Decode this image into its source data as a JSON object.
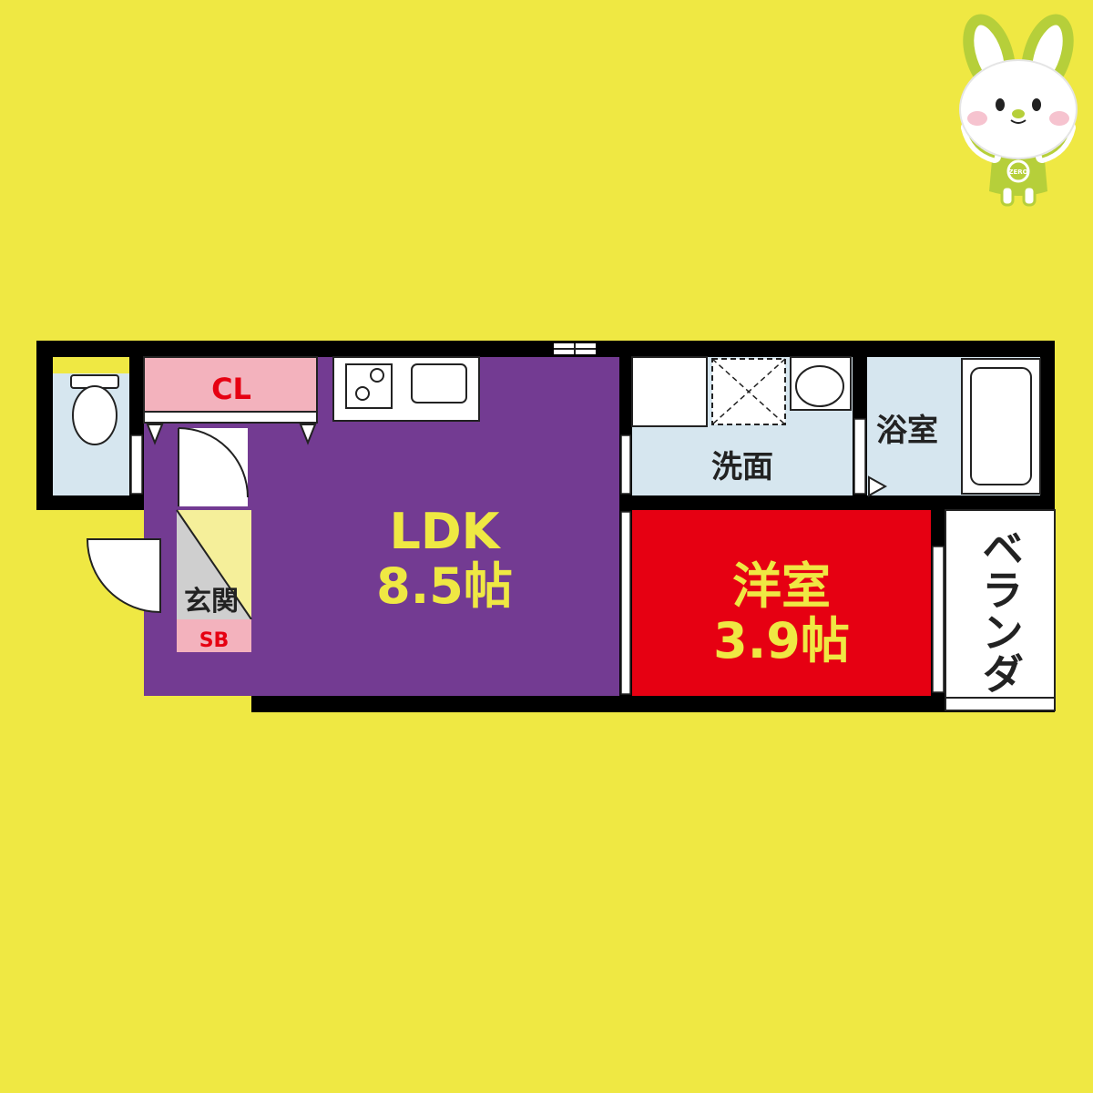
{
  "colors": {
    "background": "#efe843",
    "wall": "#000000",
    "ldk": "#733b92",
    "western_room": "#e60012",
    "wet_area": "#d6e6ef",
    "closet": "#f3b2bd",
    "entrance": "#f5ef9a",
    "label_yellow": "#efe843",
    "label_red": "#e60012"
  },
  "rooms": {
    "ldk": {
      "name": "LDK",
      "size": "8.5帖"
    },
    "western": {
      "name": "洋室",
      "size": "3.9帖"
    },
    "closet": {
      "name": "CL"
    },
    "washroom": {
      "name": "洗面"
    },
    "bathroom": {
      "name": "浴室"
    },
    "entrance": {
      "name": "玄関"
    },
    "shoe_box": {
      "name": "SB"
    },
    "balcony": {
      "name": "ベランダ"
    }
  },
  "mascot": {
    "shirt_text": "ZERO"
  }
}
